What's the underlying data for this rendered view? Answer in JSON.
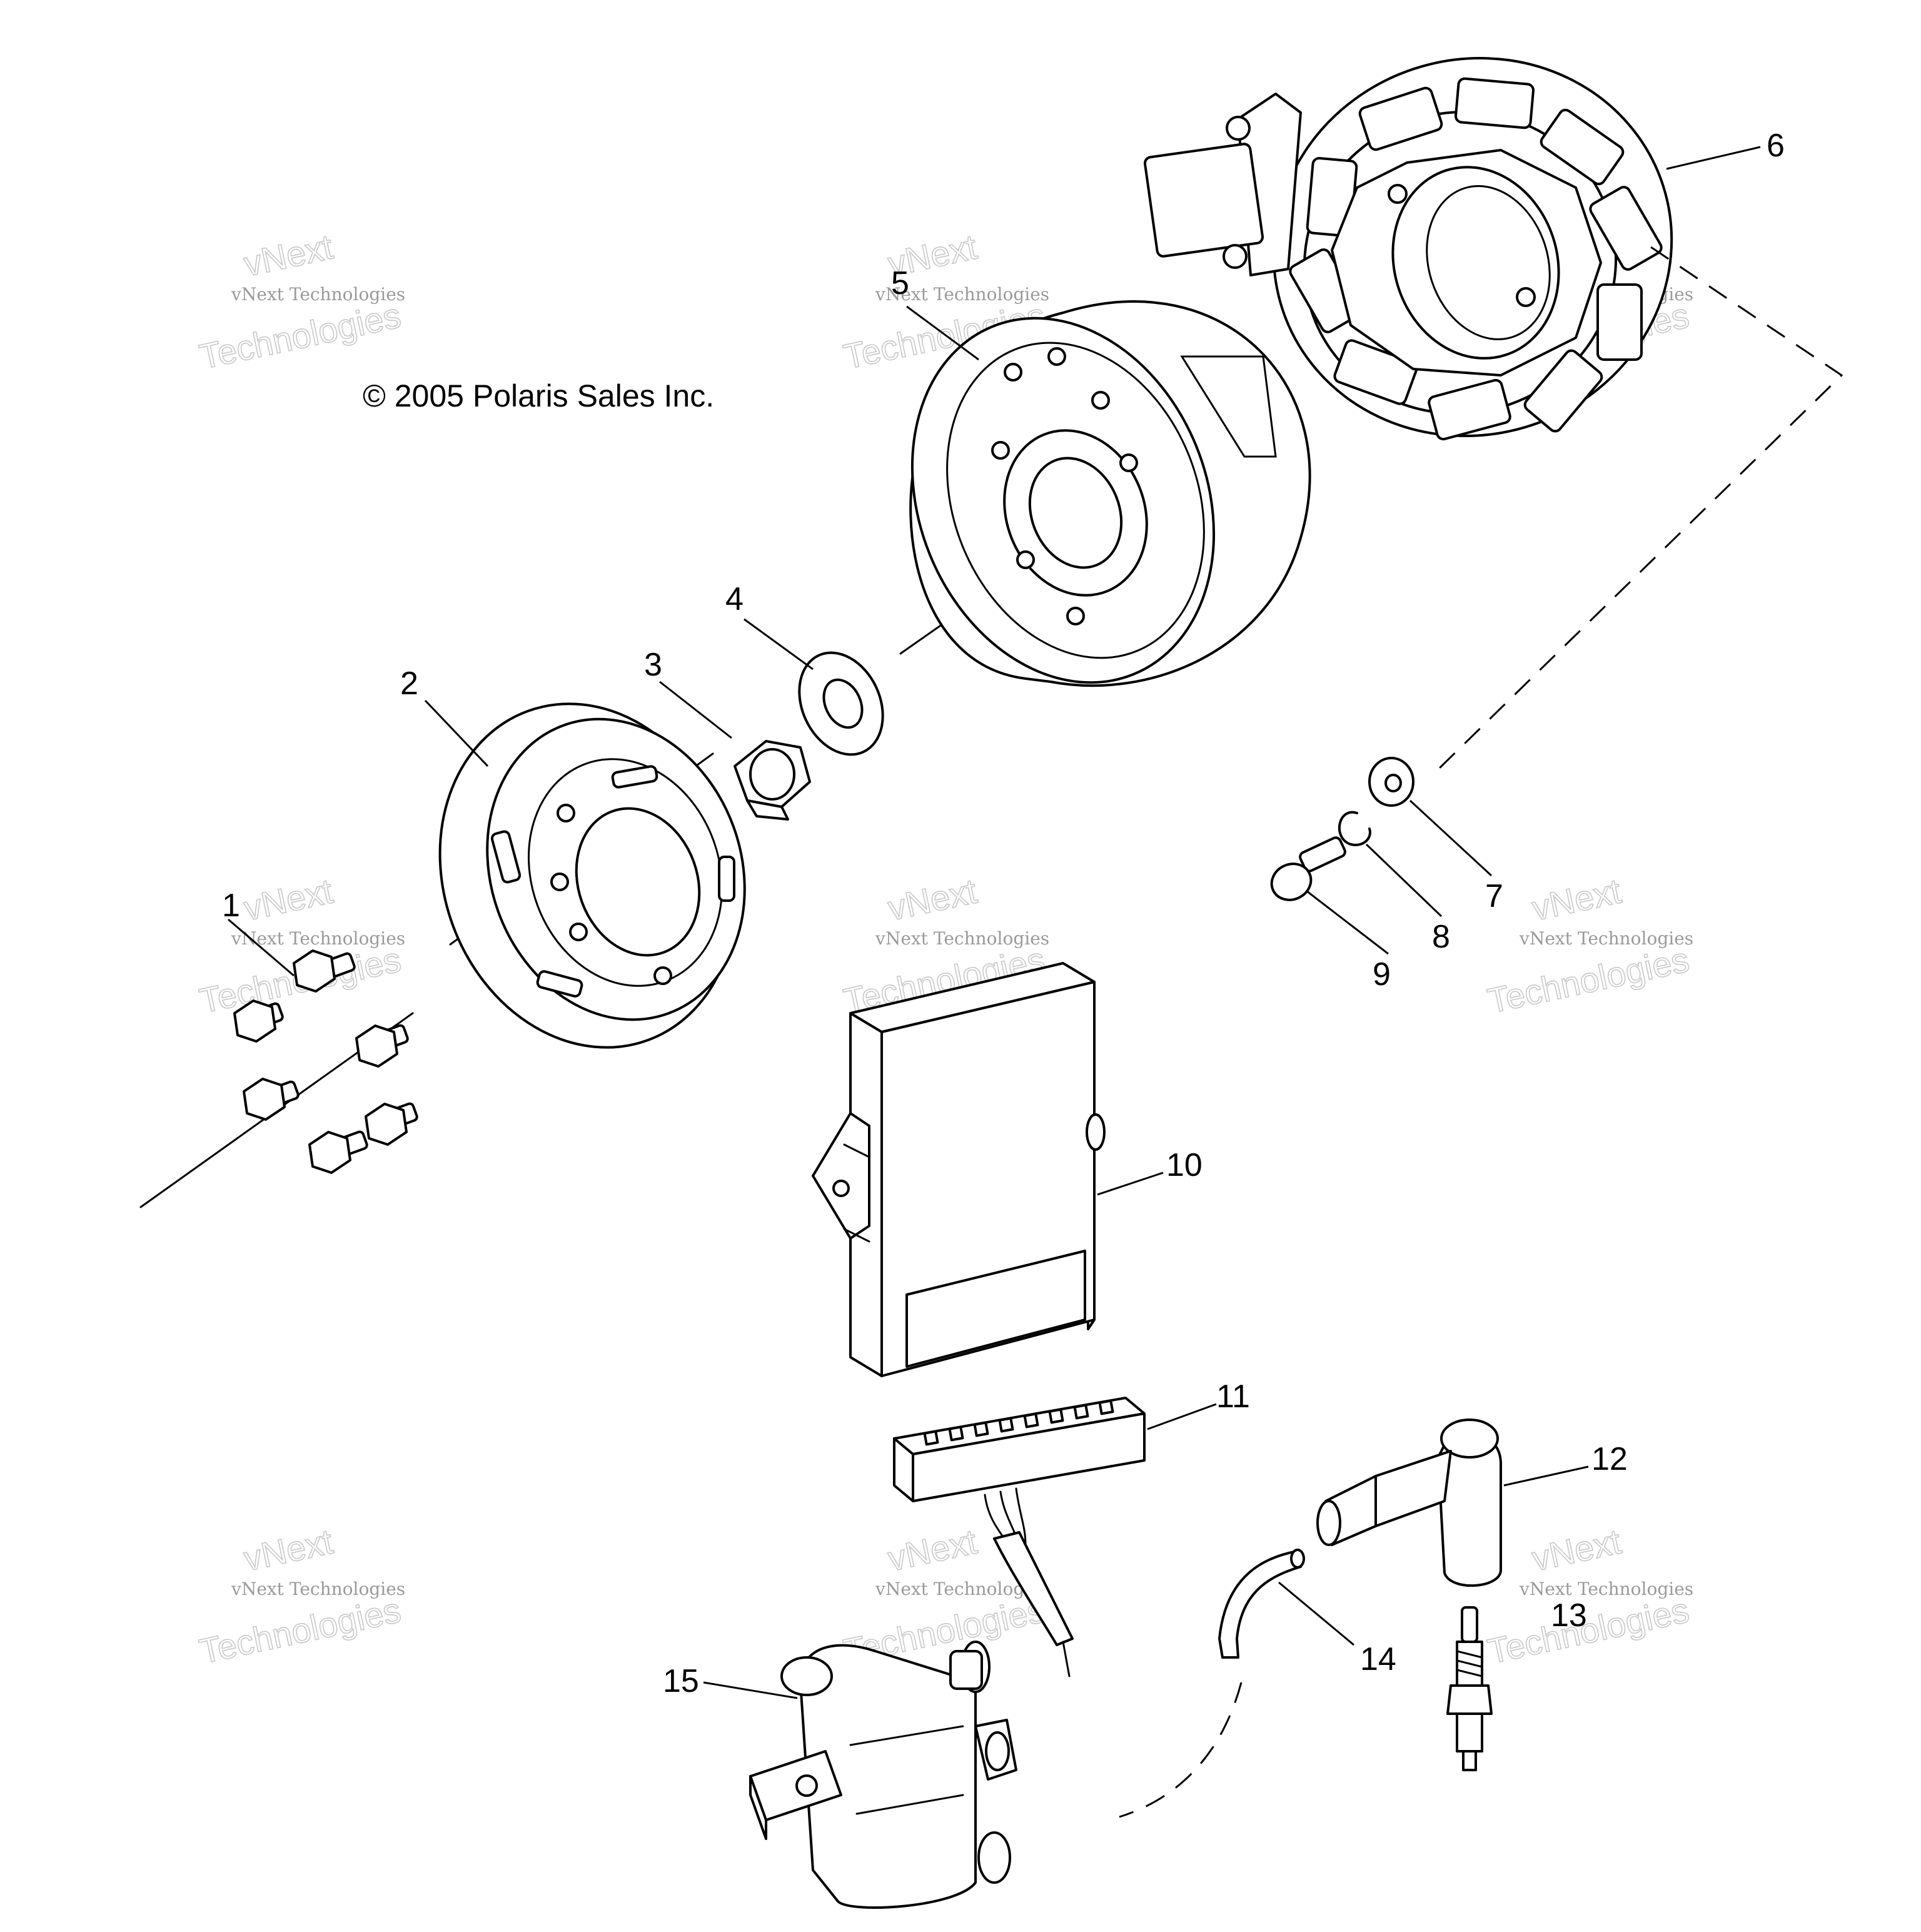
{
  "copyright": "© 2005 Polaris Sales Inc.",
  "watermark": {
    "line1": "vNext Technologies",
    "line2a": "vNext",
    "line2b": "Technologies"
  },
  "callouts": [
    {
      "id": 1,
      "label": "1",
      "part": "flange-bolts"
    },
    {
      "id": 2,
      "label": "2",
      "part": "starter-pulley"
    },
    {
      "id": 3,
      "label": "3",
      "part": "nut"
    },
    {
      "id": 4,
      "label": "4",
      "part": "washer"
    },
    {
      "id": 5,
      "label": "5",
      "part": "flywheel"
    },
    {
      "id": 6,
      "label": "6",
      "part": "stator"
    },
    {
      "id": 7,
      "label": "7",
      "part": "flat-washer"
    },
    {
      "id": 8,
      "label": "8",
      "part": "lock-washer"
    },
    {
      "id": 9,
      "label": "9",
      "part": "screw"
    },
    {
      "id": 10,
      "label": "10",
      "part": "cdi-box"
    },
    {
      "id": 11,
      "label": "11",
      "part": "connector"
    },
    {
      "id": 12,
      "label": "12",
      "part": "spark-plug-cap"
    },
    {
      "id": 13,
      "label": "13",
      "part": "spark-plug"
    },
    {
      "id": 14,
      "label": "14",
      "part": "ignition-wire"
    },
    {
      "id": 15,
      "label": "15",
      "part": "ignition-coil"
    }
  ]
}
